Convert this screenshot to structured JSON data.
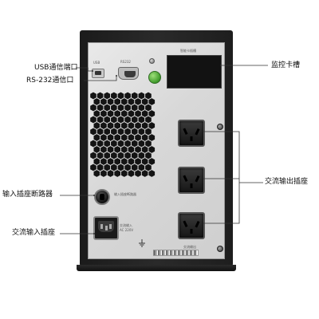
{
  "callouts": {
    "usb": "USB通信端口",
    "rs232": "RS-232通信口",
    "breaker": "输入插座断路器",
    "ac_input": "交流输入插座",
    "monitor_slot": "监控卡槽",
    "ac_output": "交流输出插座"
  },
  "panel_labels": {
    "usb": "USB",
    "rs232": "RS232",
    "monitor_slot": "智能卡插槽",
    "breaker": "输入插座断路器",
    "inlet": "交流输入",
    "inlet_rating": "AC 220V",
    "output": "交流输出"
  },
  "colors": {
    "cabinet": "#222222",
    "panel": "#dcdcdc",
    "callout_line": "#333333",
    "reset_button": "#4caf2f"
  }
}
